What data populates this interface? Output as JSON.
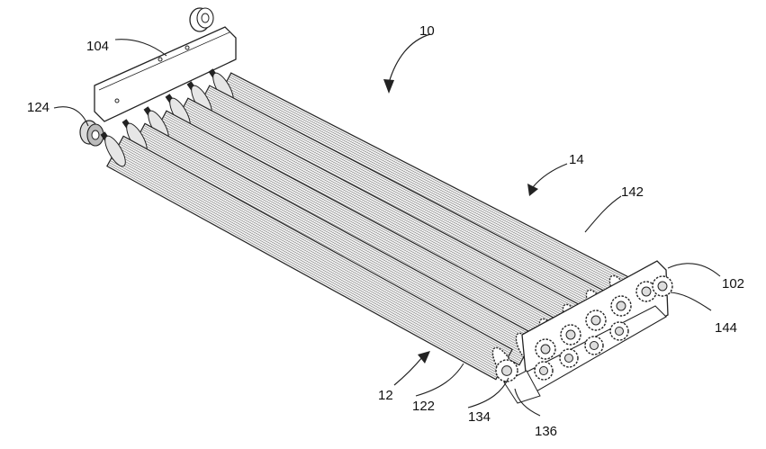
{
  "labels": {
    "l10": "10",
    "l104": "104",
    "l124": "124",
    "l14": "14",
    "l142": "142",
    "l102": "102",
    "l144": "144",
    "l12": "12",
    "l122": "122",
    "l134": "134",
    "l136": "136"
  },
  "colors": {
    "line": "#222222",
    "roller_fill": "#f2f2f2",
    "roller_stripe": "#555555",
    "frame_fill": "#ffffff"
  }
}
